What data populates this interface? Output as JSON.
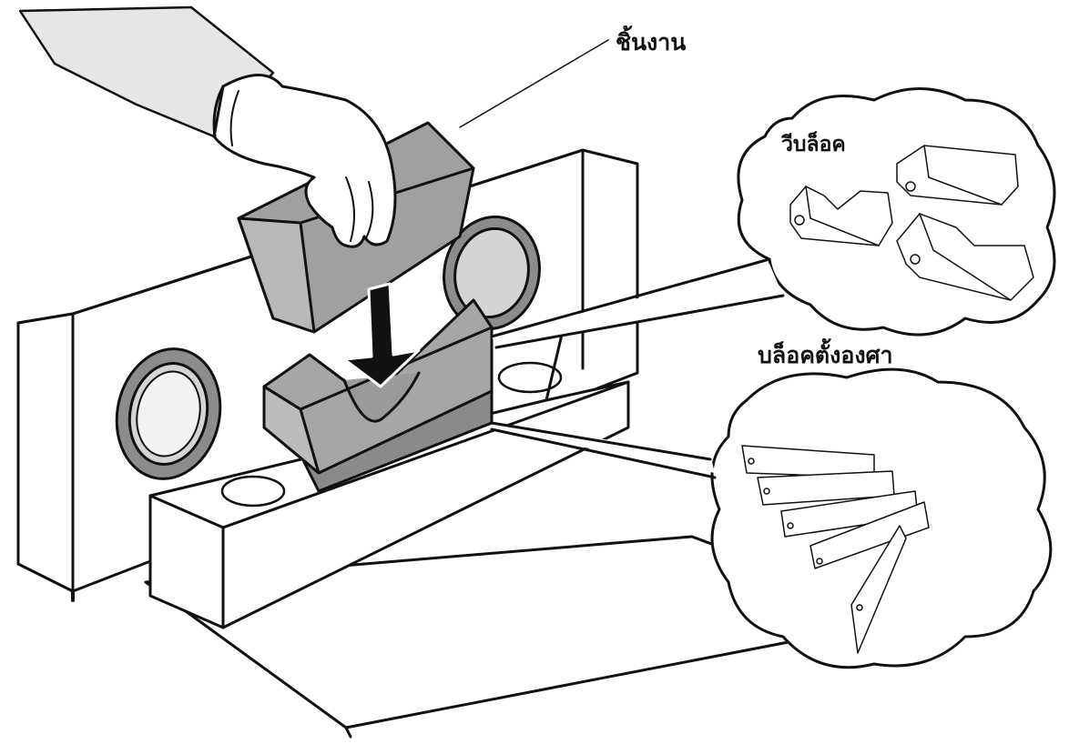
{
  "labels": {
    "workpiece": "ชิ้นงาน",
    "v_block": "วีบล็อค",
    "angle_gauge_blocks": "บล็อคตั้งองศา"
  },
  "colors": {
    "outline": "#111111",
    "surface": "#ffffff",
    "v_block_gray": "#a6a6a6",
    "v_block_dark": "#8a8a8a",
    "workpiece_gray": "#a0a0a0",
    "ring_gray": "#8c8c8c",
    "ring_light": "#d4d4d4"
  }
}
